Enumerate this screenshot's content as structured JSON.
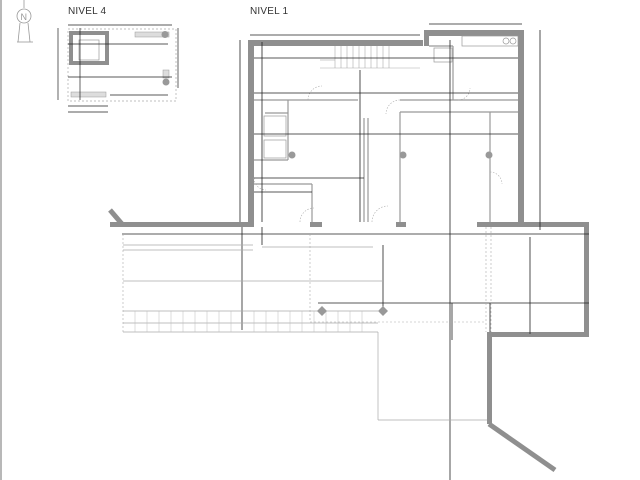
{
  "labels": {
    "level4": "NIVEL 4",
    "level1": "NIVEL 1",
    "north": "N"
  },
  "colors": {
    "wall": "#8f8f8f",
    "line": "#222222",
    "thin": "#9a9a9a",
    "dashed": "#aaaaaa",
    "background": "#ffffff"
  },
  "plans": [
    {
      "id": "nivel-4",
      "title": "NIVEL 4",
      "position": "top-left",
      "scale": "small inset"
    },
    {
      "id": "nivel-1",
      "title": "NIVEL 1",
      "position": "center",
      "scale": "main plan"
    }
  ]
}
